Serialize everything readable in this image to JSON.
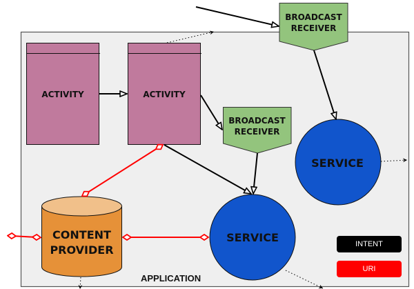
{
  "diagram": {
    "container": {
      "label": "APPLICATION",
      "fill": "#efefef",
      "stroke": "#555555"
    },
    "nodes": [
      {
        "id": "activity-1",
        "type": "activity",
        "label": "ACTIVITY"
      },
      {
        "id": "activity-2",
        "type": "activity",
        "label": "ACTIVITY"
      },
      {
        "id": "broadcast-receiver-top",
        "type": "broadcast-receiver",
        "label_lines": [
          "BROADCAST",
          "RECEIVER"
        ]
      },
      {
        "id": "broadcast-receiver-mid",
        "type": "broadcast-receiver",
        "label_lines": [
          "BROADCAST",
          "RECEIVER"
        ]
      },
      {
        "id": "service-right",
        "type": "service",
        "label": "SERVICE"
      },
      {
        "id": "service-bottom",
        "type": "service",
        "label": "SERVICE"
      },
      {
        "id": "content-provider",
        "type": "content-provider",
        "label_lines": [
          "CONTENT",
          "PROVIDER"
        ]
      }
    ],
    "edges": [
      {
        "from": "external",
        "to": "broadcast-receiver-top",
        "kind": "intent"
      },
      {
        "from": "activity-1",
        "to": "activity-2",
        "kind": "intent"
      },
      {
        "from": "activity-2",
        "to": "broadcast-receiver-mid",
        "kind": "intent"
      },
      {
        "from": "activity-2",
        "to": "service-bottom",
        "kind": "intent"
      },
      {
        "from": "broadcast-receiver-mid",
        "to": "service-bottom",
        "kind": "intent"
      },
      {
        "from": "broadcast-receiver-top",
        "to": "service-right",
        "kind": "intent"
      },
      {
        "from": "activity-2",
        "to": "content-provider",
        "kind": "uri"
      },
      {
        "from": "external",
        "to": "content-provider",
        "kind": "uri"
      },
      {
        "from": "content-provider",
        "to": "service-bottom",
        "kind": "uri"
      },
      {
        "from": "activity-2",
        "to": "outside",
        "kind": "dotted"
      },
      {
        "from": "service-right",
        "to": "outside",
        "kind": "dotted"
      },
      {
        "from": "service-bottom",
        "to": "outside",
        "kind": "dotted"
      },
      {
        "from": "content-provider",
        "to": "outside",
        "kind": "dotted"
      }
    ],
    "colors": {
      "activity": "#c07a9d",
      "broadcast_receiver": "#93c47d",
      "service": "#1155cc",
      "content_provider_body": "#e69138",
      "content_provider_top": "#f1c08a",
      "intent": "#000000",
      "uri": "#ff0000"
    }
  },
  "legend": {
    "items": [
      {
        "label": "INTENT",
        "color": "#000000"
      },
      {
        "label": "URI",
        "color": "#ff0000"
      }
    ]
  }
}
